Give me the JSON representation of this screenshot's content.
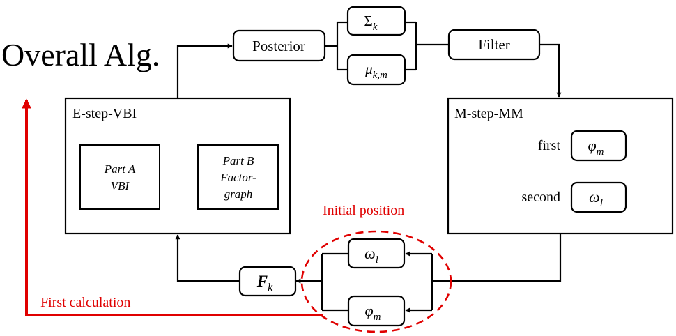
{
  "title": "Overall Alg.",
  "colors": {
    "ink": "#000000",
    "accent": "#e00000"
  },
  "blocks": {
    "estep": {
      "label": "E-step-VBI"
    },
    "part_a": {
      "line1": "Part A",
      "line2": "VBI"
    },
    "part_b": {
      "line1": "Part B",
      "line2": "Factor-",
      "line3": "graph"
    },
    "posterior": {
      "label": "Posterior"
    },
    "sigma": {
      "symbol": "Σ",
      "sub": "k"
    },
    "mu": {
      "symbol": "μ",
      "sub": "k,m"
    },
    "filter": {
      "label": "Filter"
    },
    "mstep": {
      "label": "M-step-MM",
      "first_label": "first",
      "first_symbol": "φ",
      "first_sub": "m",
      "second_label": "second",
      "second_symbol": "ω",
      "second_sub": "l"
    },
    "omega_box": {
      "symbol": "ω",
      "sub": "l"
    },
    "phi_box": {
      "symbol": "φ",
      "sub": "m"
    },
    "fk": {
      "symbol": "F",
      "sub": "k"
    }
  },
  "annotations": {
    "initial_position": "Initial position",
    "first_calculation": "First calculation"
  }
}
